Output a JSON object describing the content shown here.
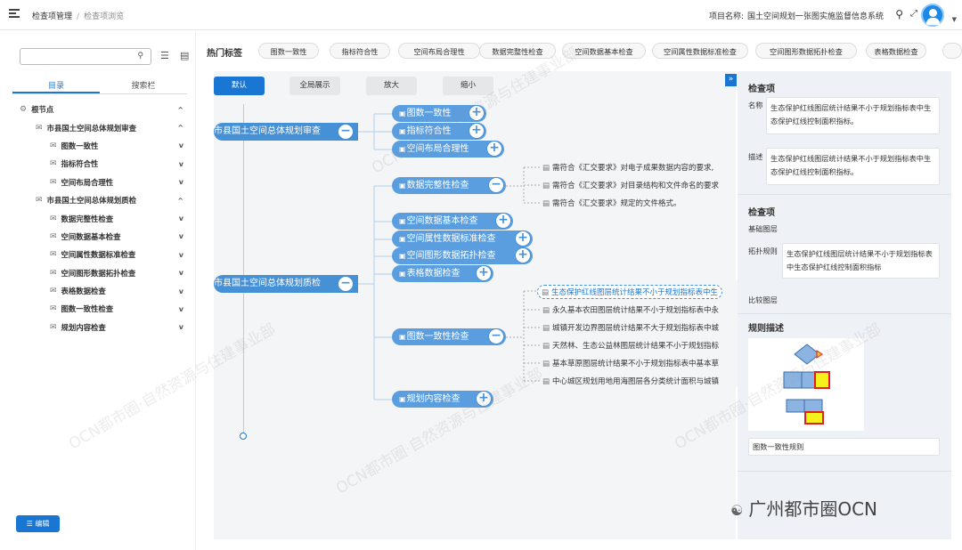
{
  "header": {
    "breadcrumb": [
      "检查项管理",
      "检查项浏览"
    ],
    "project_label": "项目名称:",
    "project_name": "国土空间规划一张图实施监督信息系统"
  },
  "sidebar": {
    "search_placeholder": "",
    "tabs": [
      "目录",
      "搜索栏"
    ],
    "tree": [
      {
        "label": "根节点",
        "level": 0,
        "chevron": "^"
      },
      {
        "label": "市县国土空间总体规划审查",
        "level": 1,
        "chevron": "^"
      },
      {
        "label": "图数一致性",
        "level": 2,
        "chevron": "v"
      },
      {
        "label": "指标符合性",
        "level": 2,
        "chevron": "v"
      },
      {
        "label": "空间布局合理性",
        "level": 2,
        "chevron": "v"
      },
      {
        "label": "市县国土空间总体规划质检",
        "level": 1,
        "chevron": "^"
      },
      {
        "label": "数据完整性检查",
        "level": 2,
        "chevron": "v"
      },
      {
        "label": "空间数据基本检查",
        "level": 2,
        "chevron": "v"
      },
      {
        "label": "空间属性数据标准检查",
        "level": 2,
        "chevron": "v"
      },
      {
        "label": "空间图形数据拓扑检查",
        "level": 2,
        "chevron": "v"
      },
      {
        "label": "表格数据检查",
        "level": 2,
        "chevron": "v"
      },
      {
        "label": "图数一致性检查",
        "level": 2,
        "chevron": "v"
      },
      {
        "label": "规划内容检查",
        "level": 2,
        "chevron": "v"
      }
    ],
    "edit_label": "编辑"
  },
  "hot_tags": {
    "label": "热门标签",
    "tags": [
      "图数一致性",
      "指标符合性",
      "空间布局合理性",
      "数据完整性检查",
      "空间数据基本检查",
      "空间属性数据标准检查",
      "空间图形数据拓扑检查",
      "表格数据检查"
    ]
  },
  "toolbar": {
    "default": "默认",
    "full": "全局展示",
    "zoom_in": "放大",
    "zoom_out": "缩小"
  },
  "mindmap": {
    "parents": [
      "市县国土空间总体规划审查",
      "市县国土空间总体规划质检"
    ],
    "review_children": [
      "图数一致性",
      "指标符合性",
      "空间布局合理性"
    ],
    "qc_children": [
      "数据完整性检查",
      "空间数据基本检查",
      "空间属性数据标准检查",
      "空间图形数据拓扑检查",
      "表格数据检查",
      "图数一致性检查",
      "规划内容检查"
    ],
    "integrity_leaves": [
      "需符合《汇交要求》对电子成果数据内容的要求,",
      "需符合《汇交要求》对目录结构和文件命名的要求",
      "需符合《汇交要求》规定的文件格式。"
    ],
    "consistency_leaves": [
      "生态保护红线图层统计结果不小于规划指标表中生",
      "永久基本农田图层统计结果不小于规划指标表中永",
      "城镇开发边界图层统计结果不大于规划指标表中城",
      "天然林、生态公益林图层统计结果不小于规划指标",
      "基本草原图层统计结果不小于规划指标表中基本草",
      "中心城区规划用地用海图层各分类统计面积与城镇"
    ]
  },
  "detail": {
    "section1": "检查项",
    "name_label": "名称",
    "name_value": "生态保护红线图层统计结果不小于规划指标表中生态保护红线控制面积指标。",
    "desc_label": "描述",
    "desc_value": "生态保护红线图层统计结果不小于规划指标表中生态保护红线控制面积指标。",
    "section2": "检查项",
    "base_layer_label": "基础图层",
    "topo_label": "拓扑规则",
    "topo_value": "生态保护红线图层统计结果不小于规划指标表中生态保护红线控制面积指标",
    "compare_layer_label": "比较图层",
    "section3": "规则描述",
    "rule_name": "图数一致性规则"
  },
  "watermark": {
    "text": "OCN都市圈·自然资源与住建事业部",
    "wechat": "广州都市圈OCN"
  },
  "colors": {
    "primary": "#1976d2",
    "node": "#5a9ee0",
    "panel": "#eef1f6"
  }
}
